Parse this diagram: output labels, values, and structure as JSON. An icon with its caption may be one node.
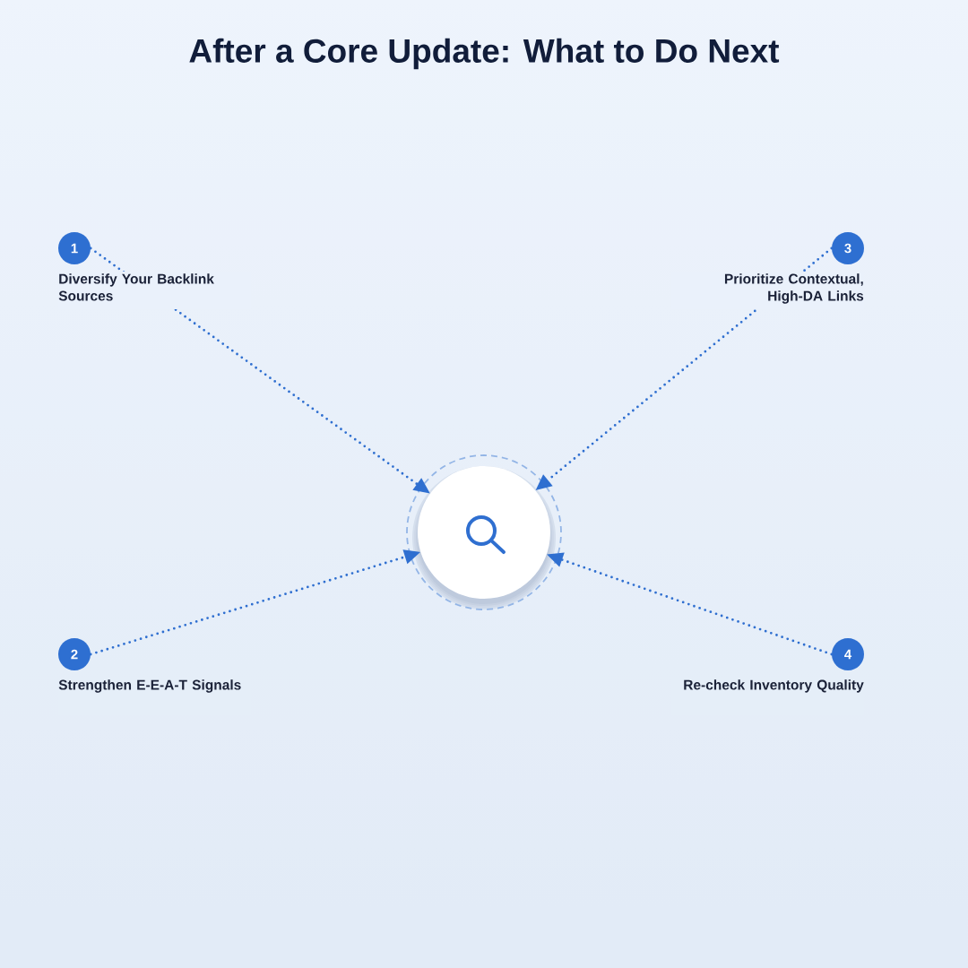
{
  "diagram": {
    "title": "After a Core Update: What to Do Next",
    "nodes": [
      {
        "text": [
          "1"
        ],
        "beside": [
          "Diversify Your Backlink Sources"
        ]
      },
      {
        "text": [
          "2"
        ],
        "beside": [
          "Strengthen E-E-A-T Signals"
        ]
      },
      {
        "text": [
          "3"
        ],
        "beside": [
          "Prioritize Contextual, High-DA Links"
        ]
      },
      {
        "text": [
          "4"
        ],
        "beside": [
          "Re-check Inventory Quality"
        ]
      },
      {
        "text": [],
        "shape": "circle"
      }
    ],
    "edges": [
      {
        "from": 0,
        "to": 4,
        "arrow": "to"
      },
      {
        "from": 1,
        "to": 4,
        "arrow": "to"
      },
      {
        "from": 2,
        "to": 4,
        "arrow": "to"
      },
      {
        "from": 3,
        "to": 4,
        "arrow": "to"
      }
    ]
  }
}
